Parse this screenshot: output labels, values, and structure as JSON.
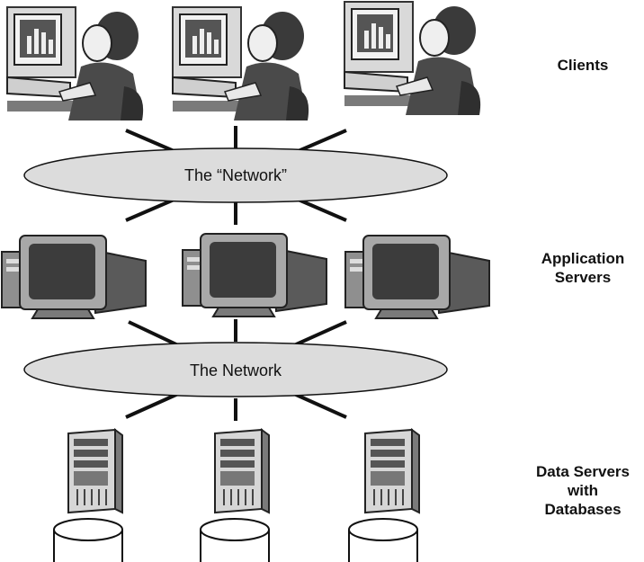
{
  "network_top": {
    "label": "The “Network”"
  },
  "network_bottom": {
    "label": "The Network"
  },
  "tiers": {
    "clients": {
      "lines": [
        "Clients"
      ]
    },
    "app_servers": {
      "lines": [
        "Application",
        "Servers"
      ]
    },
    "data_servers": {
      "lines": [
        "Data Servers",
        "with",
        "Databases"
      ]
    }
  },
  "icons": {
    "client": "person-at-computer-icon",
    "app_server": "crt-monitor-tower-icon",
    "data_server": "server-tower-icon",
    "database": "database-cylinder-icon"
  },
  "colors": {
    "ellipse_fill": "#dcdcdc",
    "stroke": "#111111",
    "icon_light": "#e6e6e6",
    "icon_mid": "#9a9a9a",
    "icon_dark": "#3a3a3a"
  }
}
